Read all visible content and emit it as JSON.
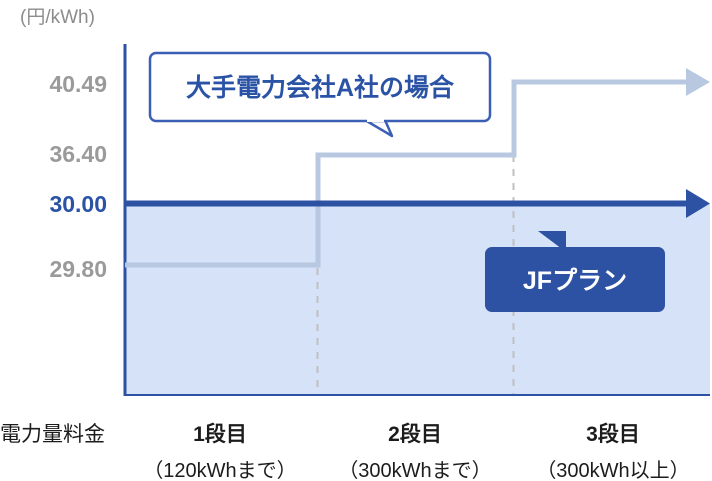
{
  "chart_data": {
    "type": "line",
    "title": "",
    "subtitle": "",
    "ylabel": "(円/kWh)",
    "xlabel": "電力量料金",
    "grid": false,
    "legend_position": "none",
    "categories": [
      "1段目",
      "2段目",
      "3段目"
    ],
    "category_subs": [
      "（120kWhまで）",
      "（300kWhまで）",
      "（300kWh以上）"
    ],
    "ytick_labels": [
      "40.49",
      "36.40",
      "30.00",
      "29.80"
    ],
    "ytick_values": [
      40.49,
      36.4,
      30.0,
      29.8
    ],
    "ylim": [
      0,
      43
    ],
    "series": [
      {
        "name": "大手電力会社A社の場合",
        "type": "step",
        "values": [
          29.8,
          36.4,
          40.49
        ],
        "color": "#b7c8e0",
        "annotation": "大手電力会社A社の場合"
      },
      {
        "name": "JFプラン",
        "type": "flat",
        "values": [
          30.0,
          30.0,
          30.0
        ],
        "color": "#2d52a3",
        "annotation": "JFプラン"
      }
    ],
    "annotations": [
      {
        "text": "大手電力会社A社の場合",
        "style": "white-balloon",
        "points_to": "step-series"
      },
      {
        "text": "JFプラン",
        "style": "blue-balloon",
        "points_to": "flat-series"
      }
    ]
  },
  "axes": {
    "y_unit": "(円/kWh)",
    "x_axis_name": "電力量料金",
    "ticks": [
      {
        "label": "40.49",
        "highlight": false
      },
      {
        "label": "36.40",
        "highlight": false
      },
      {
        "label": "30.00",
        "highlight": true
      },
      {
        "label": "29.80",
        "highlight": false
      }
    ]
  },
  "categories": [
    {
      "title": "1段目",
      "sub": "（120kWhまで）"
    },
    {
      "title": "2段目",
      "sub": "（300kWhまで）"
    },
    {
      "title": "3段目",
      "sub": "（300kWh以上）"
    }
  ],
  "callouts": {
    "major_utility": "大手電力会社A社の場合",
    "jf_plan": "JFプラン"
  },
  "colors": {
    "accent_blue": "#2d52a3",
    "fill_blue": "#d6e2f7",
    "step_line": "#b7c8e0",
    "tick_gray": "#9a9a9a",
    "dashed_gray": "#c0c0c0"
  }
}
